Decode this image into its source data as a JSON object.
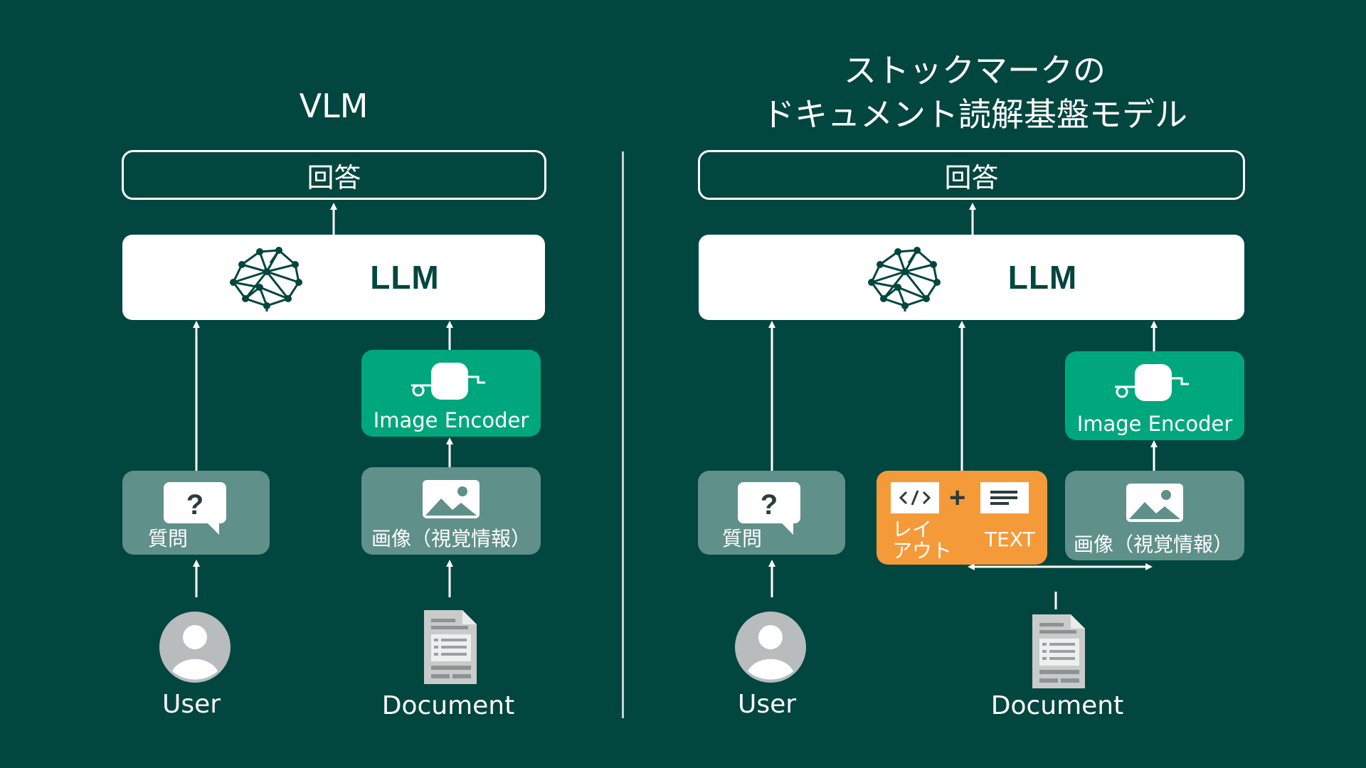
{
  "left": {
    "title": "VLM",
    "answer": "回答",
    "llm": "LLM",
    "encoder": "Image Encoder",
    "question": "質問",
    "image": "画像（視覚情報）",
    "user": "User",
    "document": "Document"
  },
  "right": {
    "title_line1": "ストックマークの",
    "title_line2": "ドキュメント読解基盤モデル",
    "answer": "回答",
    "llm": "LLM",
    "encoder": "Image Encoder",
    "question": "質問",
    "layout_line1": "レイ",
    "layout_line2": "アウト",
    "plus": "+",
    "text": "TEXT",
    "image": "画像（視覚情報）",
    "user": "User",
    "document": "Document"
  },
  "icons": [
    "brain-network-icon",
    "encoder-icon",
    "question-bubble-icon",
    "image-icon",
    "user-avatar-icon",
    "document-icon",
    "code-icon",
    "text-lines-icon"
  ],
  "colors": {
    "background": "#01463f",
    "encoder": "#00a77d",
    "grey_box": "#5f9089",
    "orange": "#f59a39",
    "white": "#ffffff"
  }
}
